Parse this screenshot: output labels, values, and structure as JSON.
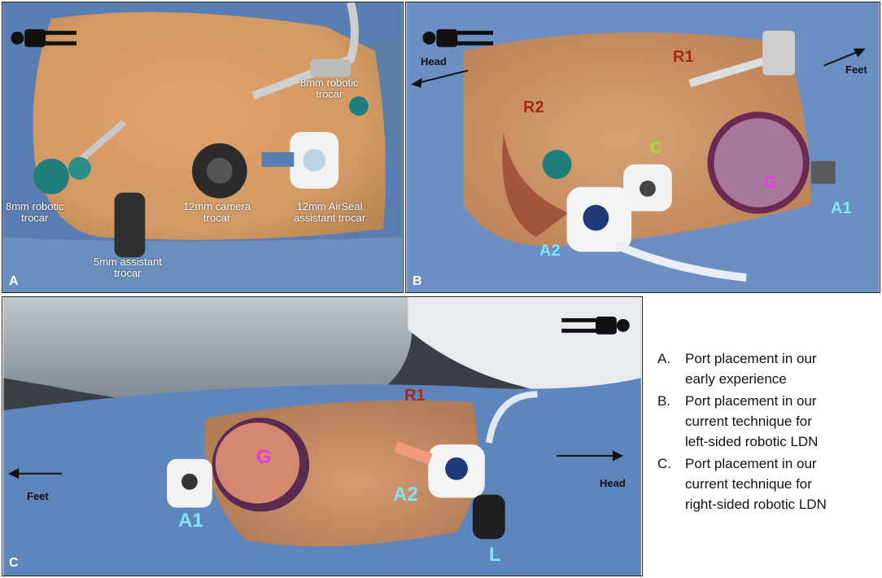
{
  "panel_a": {
    "letter": "A",
    "labels": {
      "robotic_right_line1": "8mm robotic",
      "robotic_right_line2": "trocar",
      "robotic_left_line1": "8mm robotic",
      "robotic_left_line2": "trocar",
      "camera_line1": "12mm camera",
      "camera_line2": "trocar",
      "airseal_line1": "12mm AirSeal",
      "airseal_line2": "assistant trocar",
      "assistant5_line1": "5mm assistant",
      "assistant5_line2": "trocar"
    }
  },
  "panel_b": {
    "letter": "B",
    "head": "Head",
    "feet": "Feet",
    "ports": {
      "r1": "R1",
      "r2": "R2",
      "c": "C",
      "g": "G",
      "a1": "A1",
      "a2": "A2"
    }
  },
  "panel_c": {
    "letter": "C",
    "head": "Head",
    "feet": "Feet",
    "ports": {
      "r1": "R1",
      "g": "G",
      "a1": "A1",
      "a2": "A2",
      "l": "L"
    }
  },
  "legend": {
    "items": [
      {
        "marker": "A.",
        "line1": "Port placement in our",
        "line2": "early experience"
      },
      {
        "marker": "B.",
        "line1": "Port placement in our",
        "line2": "current technique for",
        "line3": "left-sided robotic LDN"
      },
      {
        "marker": "C.",
        "line1": "Port placement in our",
        "line2": "current technique for",
        "line3": "right-sided robotic LDN"
      }
    ]
  },
  "colors": {
    "skin": "#d9a06a",
    "drape": "#6f93c4",
    "port_white": "#f2f2f2",
    "port_teal": "#1f7d7a"
  },
  "icons": [
    "person-figure-icon",
    "arrow-icon"
  ]
}
